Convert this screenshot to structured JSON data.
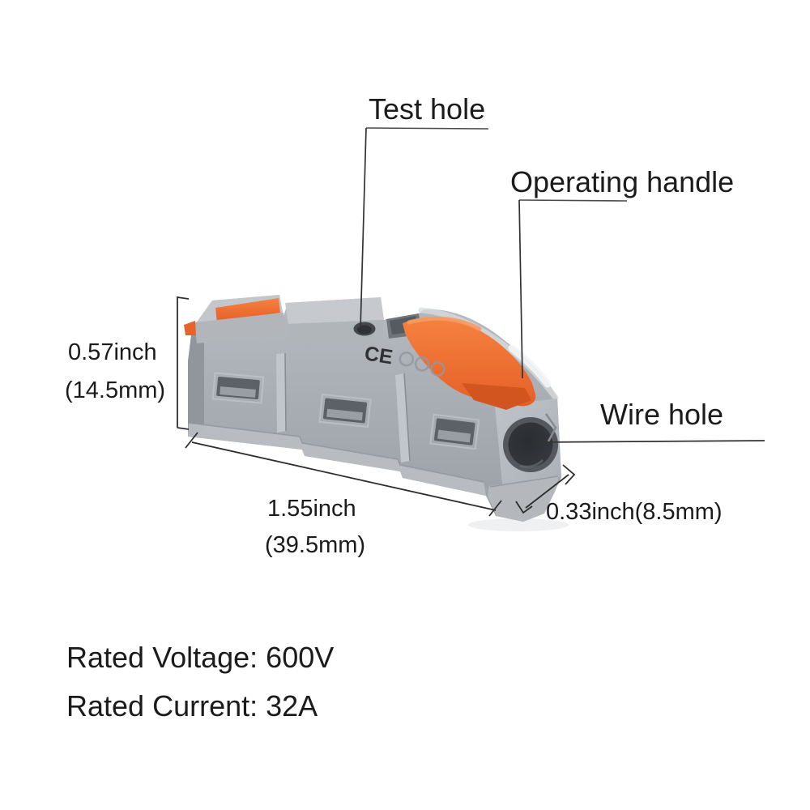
{
  "diagram": {
    "background_color": "#ffffff",
    "product_name": "lever wire connector",
    "embossed_marking": "CE",
    "colors": {
      "body_gray": "#a9aeb4",
      "body_light": "#c7cacd",
      "body_shadow": "#8f949b",
      "lever_orange": "#ed6b2f",
      "lever_orange_dark": "#d2541f",
      "wire_hole_dark": "#33373b",
      "annotation_line": "#333333",
      "text_color": "#1b1b1b"
    }
  },
  "callouts": {
    "test_hole": {
      "label": "Test hole"
    },
    "operating_handle": {
      "label": "Operating handle"
    },
    "wire_hole": {
      "label": "Wire hole"
    }
  },
  "dimensions": {
    "body_height": {
      "inches": "0.57inch",
      "millimeters": "(14.5mm)"
    },
    "body_length": {
      "inches": "1.55inch",
      "millimeters": "(39.5mm)"
    },
    "wire_hole_diameter": {
      "combined": "0.33inch(8.5mm)"
    }
  },
  "specifications": {
    "rated_voltage": "Rated Voltage: 600V",
    "rated_current": "Rated Current: 32A"
  }
}
